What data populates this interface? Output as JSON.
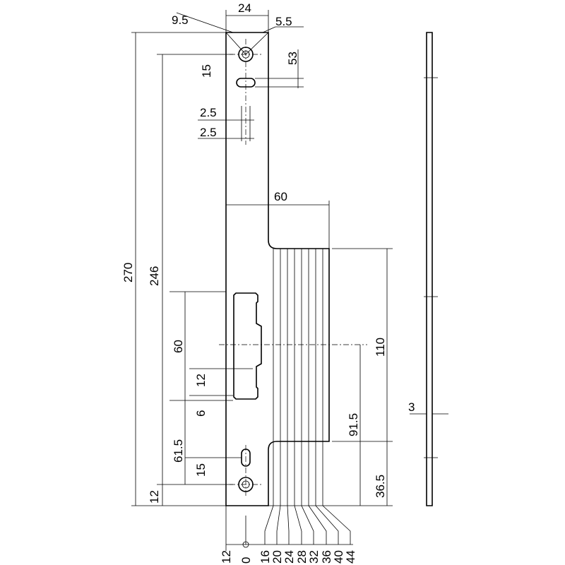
{
  "dimensions": {
    "plate_width": "24",
    "top_offset": "9.5",
    "hole_spacing_top": "5.5",
    "slot_height": "53",
    "top_slot_distance": "15",
    "slot_width_a": "2.5",
    "slot_width_b": "2.5",
    "lip_width": "60",
    "total_length": "270",
    "hole_distance": "246",
    "cutout_height": "60",
    "latch_height": "12",
    "cutout_offset": "6",
    "cutout_from_bottom": "61.5",
    "bottom_slot_distance": "15",
    "bottom_hole_offset": "12",
    "lip_length": "110",
    "center_height": "91.5",
    "lip_from_bottom": "36.5",
    "thickness": "3"
  },
  "scale_labels": [
    "12",
    "0",
    "16",
    "20",
    "24",
    "28",
    "32",
    "36",
    "40",
    "44"
  ]
}
